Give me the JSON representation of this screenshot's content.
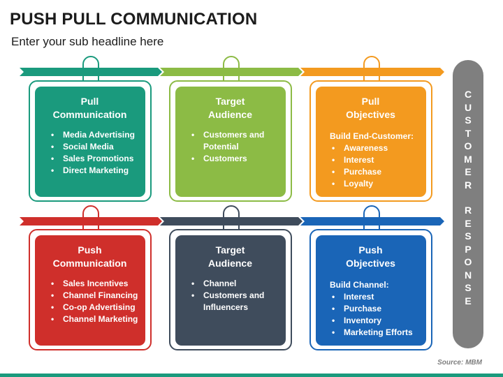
{
  "slide": {
    "title": "PUSH PULL COMMUNICATION",
    "subtitle": "Enter your sub headline here",
    "source": "Source: MBM"
  },
  "colors": {
    "teal": "#1a9a7d",
    "green": "#8cbb45",
    "orange": "#f39a1f",
    "red": "#cf2f2b",
    "slate": "#3f4c5c",
    "blue": "#1a65b7",
    "gray": "#7f7f7f"
  },
  "pull_row": {
    "communication": {
      "title_line1": "Pull",
      "title_line2": "Communication",
      "items": [
        "Media Advertising",
        "Social Media",
        "Sales Promotions",
        "Direct Marketing"
      ]
    },
    "audience": {
      "title_line1": "Target",
      "title_line2": "Audience",
      "items": [
        "Customers and Potential",
        "Customers"
      ]
    },
    "objectives": {
      "title_line1": "Pull",
      "title_line2": "Objectives",
      "subheading": "Build End-Customer:",
      "items": [
        "Awareness",
        "Interest",
        "Purchase",
        "Loyalty"
      ]
    }
  },
  "push_row": {
    "communication": {
      "title_line1": "Push",
      "title_line2": "Communication",
      "items": [
        "Sales Incentives",
        "Channel Financing",
        "Co-op Advertising",
        "Channel Marketing"
      ]
    },
    "audience": {
      "title_line1": "Target",
      "title_line2": "Audience",
      "items": [
        "Channel",
        "Customers and Influencers"
      ]
    },
    "objectives": {
      "title_line1": "Push",
      "title_line2": "Objectives",
      "subheading": "Build Channel:",
      "items": [
        "Interest",
        "Purchase",
        "Inventory",
        "Marketing Efforts"
      ]
    }
  },
  "side_bar": {
    "word1": [
      "C",
      "U",
      "S",
      "T",
      "O",
      "M",
      "E",
      "R"
    ],
    "word2": [
      "R",
      "E",
      "S",
      "P",
      "O",
      "N",
      "S",
      "E"
    ]
  }
}
